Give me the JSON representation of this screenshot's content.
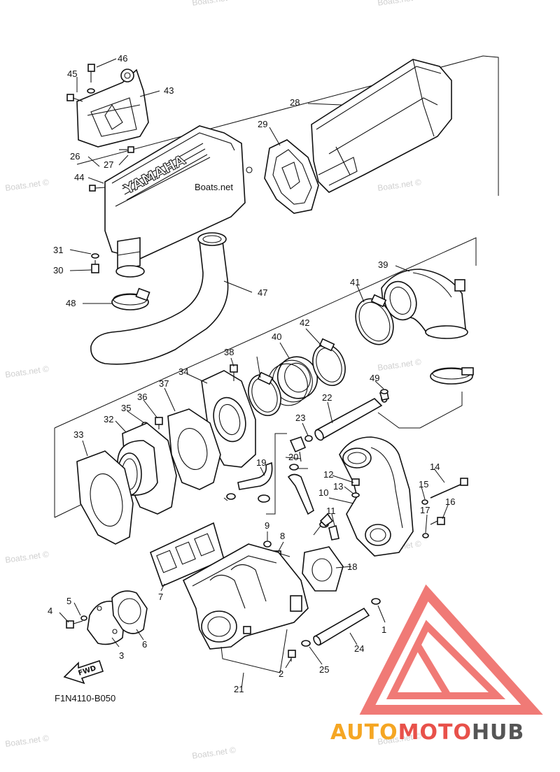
{
  "diagram": {
    "code": "F1N4110-B050",
    "fwd_label": "FWD",
    "cover_text": "YAMAHA",
    "cover_watermark": "Boats.net",
    "watermark_text": "Boats.net ©",
    "brand": {
      "part1": "AUTO",
      "part2": "MOTO",
      "part3": "HUB"
    },
    "colors": {
      "brand_orange": "#f5a623",
      "brand_red": "#e8514a",
      "brand_gray": "#555555",
      "triangle_red": "#f07a76",
      "line": "#111111"
    },
    "callouts": [
      "46",
      "45",
      "43",
      "28",
      "29",
      "26",
      "44",
      "27",
      "31",
      "30",
      "47",
      "48",
      "39",
      "41",
      "42",
      "40",
      "38",
      "34",
      "36",
      "37",
      "35",
      "32",
      "33",
      "49",
      "22",
      "23",
      "20",
      "19",
      "12",
      "13",
      "14",
      "15",
      "16",
      "17",
      "10",
      "11",
      "9",
      "8",
      "7",
      "18",
      "4",
      "5",
      "3",
      "6",
      "2",
      "25",
      "24",
      "1",
      "21"
    ]
  }
}
